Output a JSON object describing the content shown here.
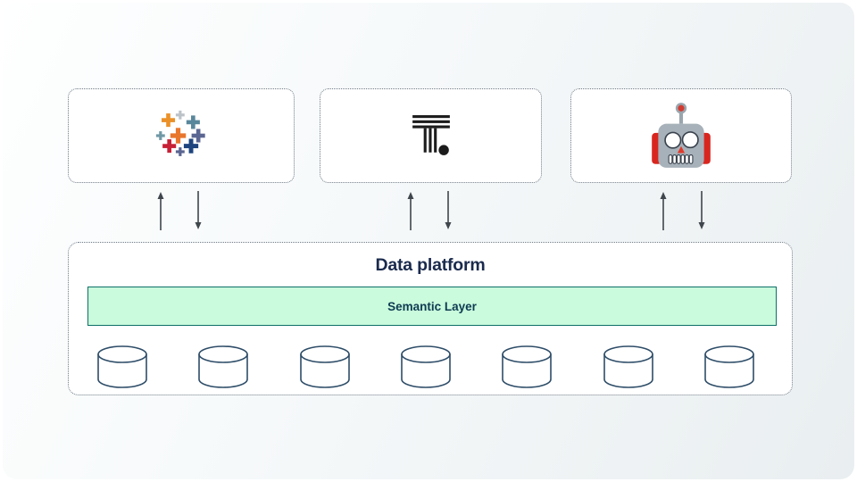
{
  "canvas": {
    "background_start": "#feffff",
    "background_end": "#e9eef0"
  },
  "consumers": [
    {
      "id": "tableau",
      "icon": "tableau-logo"
    },
    {
      "id": "thoughtspot",
      "icon": "thoughtspot-logo"
    },
    {
      "id": "ai-bot",
      "icon": "robot-icon"
    }
  ],
  "arrows": {
    "direction": "bidirectional",
    "color": "#3f464c"
  },
  "platform": {
    "title": "Data platform",
    "semantic_layer": {
      "label": "Semantic Layer",
      "fill_color": "#c9fbdc",
      "border_color": "#0d6f68",
      "text_color": "#0f3b52"
    },
    "databases": {
      "count": 7,
      "outline_color": "#2e4d68"
    }
  }
}
